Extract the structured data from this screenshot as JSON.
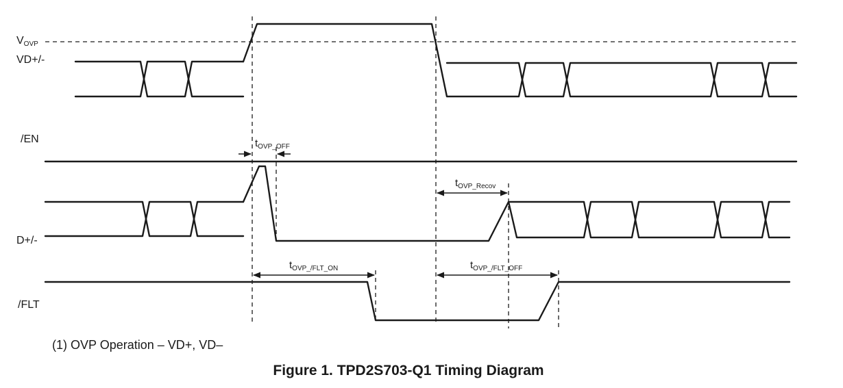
{
  "signals": {
    "vovp": {
      "main": "V",
      "sub": "OVP"
    },
    "vd": "VD+/-",
    "en": "/EN",
    "d": "D+/-",
    "flt": "/FLT"
  },
  "timings": {
    "ovp_off": {
      "main": "t",
      "sub": "OVP_OFF"
    },
    "ovp_recov": {
      "main": "t",
      "sub": "OVP_Recov"
    },
    "flt_on": {
      "main": "t",
      "sub": "OVP_/FLT_ON"
    },
    "flt_off": {
      "main": "t",
      "sub": "OVP_/FLT_OFF"
    }
  },
  "note": "(1)  OVP Operation – VD+, VD–",
  "caption": "Figure 1.  TPD2S703-Q1 Timing Diagram"
}
